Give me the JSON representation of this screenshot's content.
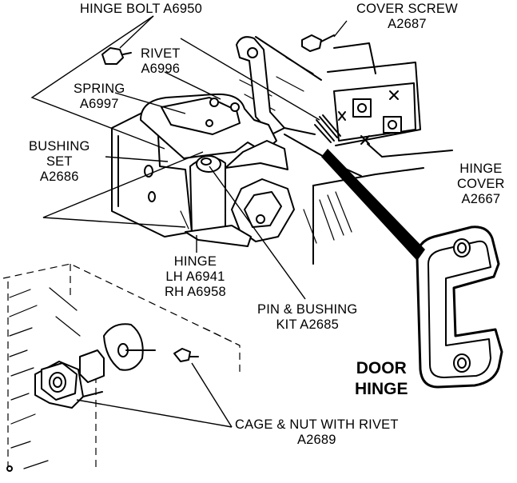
{
  "title": {
    "line1": "DOOR",
    "line2": "HINGE"
  },
  "labels": {
    "hinge_bolt": {
      "line1": "HINGE BOLT  A6950"
    },
    "cover_screw": {
      "line1": "COVER SCREW",
      "line2": "A2687"
    },
    "rivet": {
      "line1": "RIVET",
      "line2": "A6996"
    },
    "spring": {
      "line1": "SPRING",
      "line2": "A6997"
    },
    "bushing_set": {
      "line1": "BUSHING",
      "line2": "SET",
      "line3": "A2686"
    },
    "hinge_cover": {
      "line1": "HINGE",
      "line2": "COVER",
      "line3": "A2667"
    },
    "hinge": {
      "line1": "HINGE",
      "line2": "LH A6941",
      "line3": "RH A6958"
    },
    "pin_bushing": {
      "line1": "PIN & BUSHING",
      "line2": "KIT  A2685"
    },
    "cage_nut": {
      "line1": "CAGE & NUT WITH RIVET",
      "line2": "A2689"
    }
  }
}
